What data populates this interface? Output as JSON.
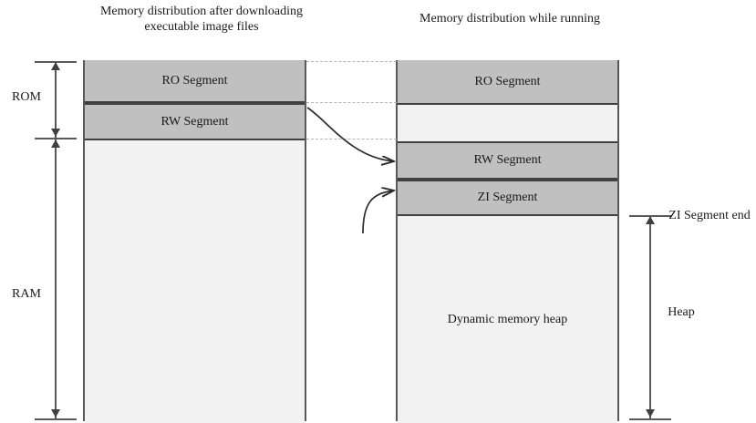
{
  "diagram": {
    "titles": {
      "left": "Memory distribution after downloading executable image files",
      "right": "Memory distribution while running"
    },
    "left_column": {
      "segments": [
        {
          "label": "RO Segment",
          "fill": "#c0c0c0"
        },
        {
          "label": "RW Segment",
          "fill": "#c0c0c0"
        },
        {
          "label": "",
          "fill": "#f2f2f2"
        }
      ]
    },
    "right_column": {
      "segments": [
        {
          "label": "RO Segment",
          "fill": "#c0c0c0"
        },
        {
          "label": "",
          "fill": "#f2f2f2"
        },
        {
          "label": "RW Segment",
          "fill": "#c0c0c0"
        },
        {
          "label": "ZI Segment",
          "fill": "#c0c0c0"
        },
        {
          "label": "Dynamic memory heap",
          "fill": "#f2f2f2"
        }
      ]
    },
    "measures": {
      "rom": "ROM",
      "ram": "RAM",
      "zi_segment_end": "ZI Segment end",
      "heap": "Heap"
    },
    "colors": {
      "segment_fill": "#c0c0c0",
      "empty_fill": "#f2f2f2",
      "border": "#404040",
      "outline": "#595959",
      "dotted": "#b5b5b5",
      "text": "#1a1a1a",
      "background": "#ffffff"
    }
  }
}
